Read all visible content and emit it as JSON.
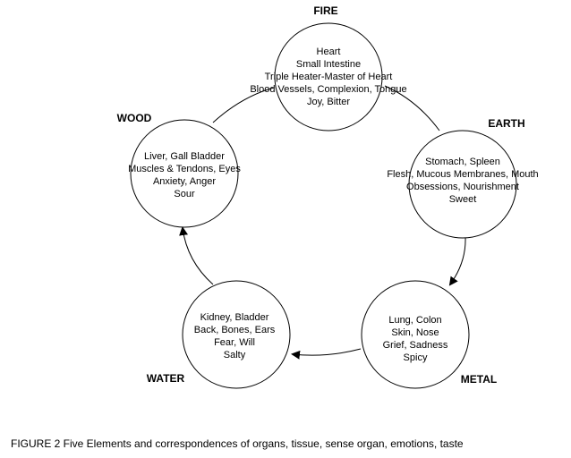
{
  "diagram": {
    "nodes": {
      "fire": {
        "label": "FIRE",
        "lines": [
          "Heart",
          "Small Intestine",
          "Triple Heater-Master of Heart",
          "Blood Vessels, Complexion, Tongue",
          "Joy, Bitter"
        ]
      },
      "earth": {
        "label": "EARTH",
        "lines": [
          "Stomach, Spleen",
          "Flesh, Mucous Membranes, Mouth",
          "Obsessions, Nourishment",
          "Sweet"
        ]
      },
      "metal": {
        "label": "METAL",
        "lines": [
          "Lung, Colon",
          "Skin, Nose",
          "Grief, Sadness",
          "Spicy"
        ]
      },
      "water": {
        "label": "WATER",
        "lines": [
          "Kidney, Bladder",
          "Back, Bones, Ears",
          "Fear, Will",
          "Salty"
        ]
      },
      "wood": {
        "label": "WOOD",
        "lines": [
          "Liver, Gall Bladder",
          "Muscles & Tendons, Eyes",
          "Anxiety, Anger",
          "Sour"
        ]
      }
    },
    "caption": "FIGURE 2   Five Elements and correspondences of organs, tissue, sense organ, emotions, taste"
  }
}
